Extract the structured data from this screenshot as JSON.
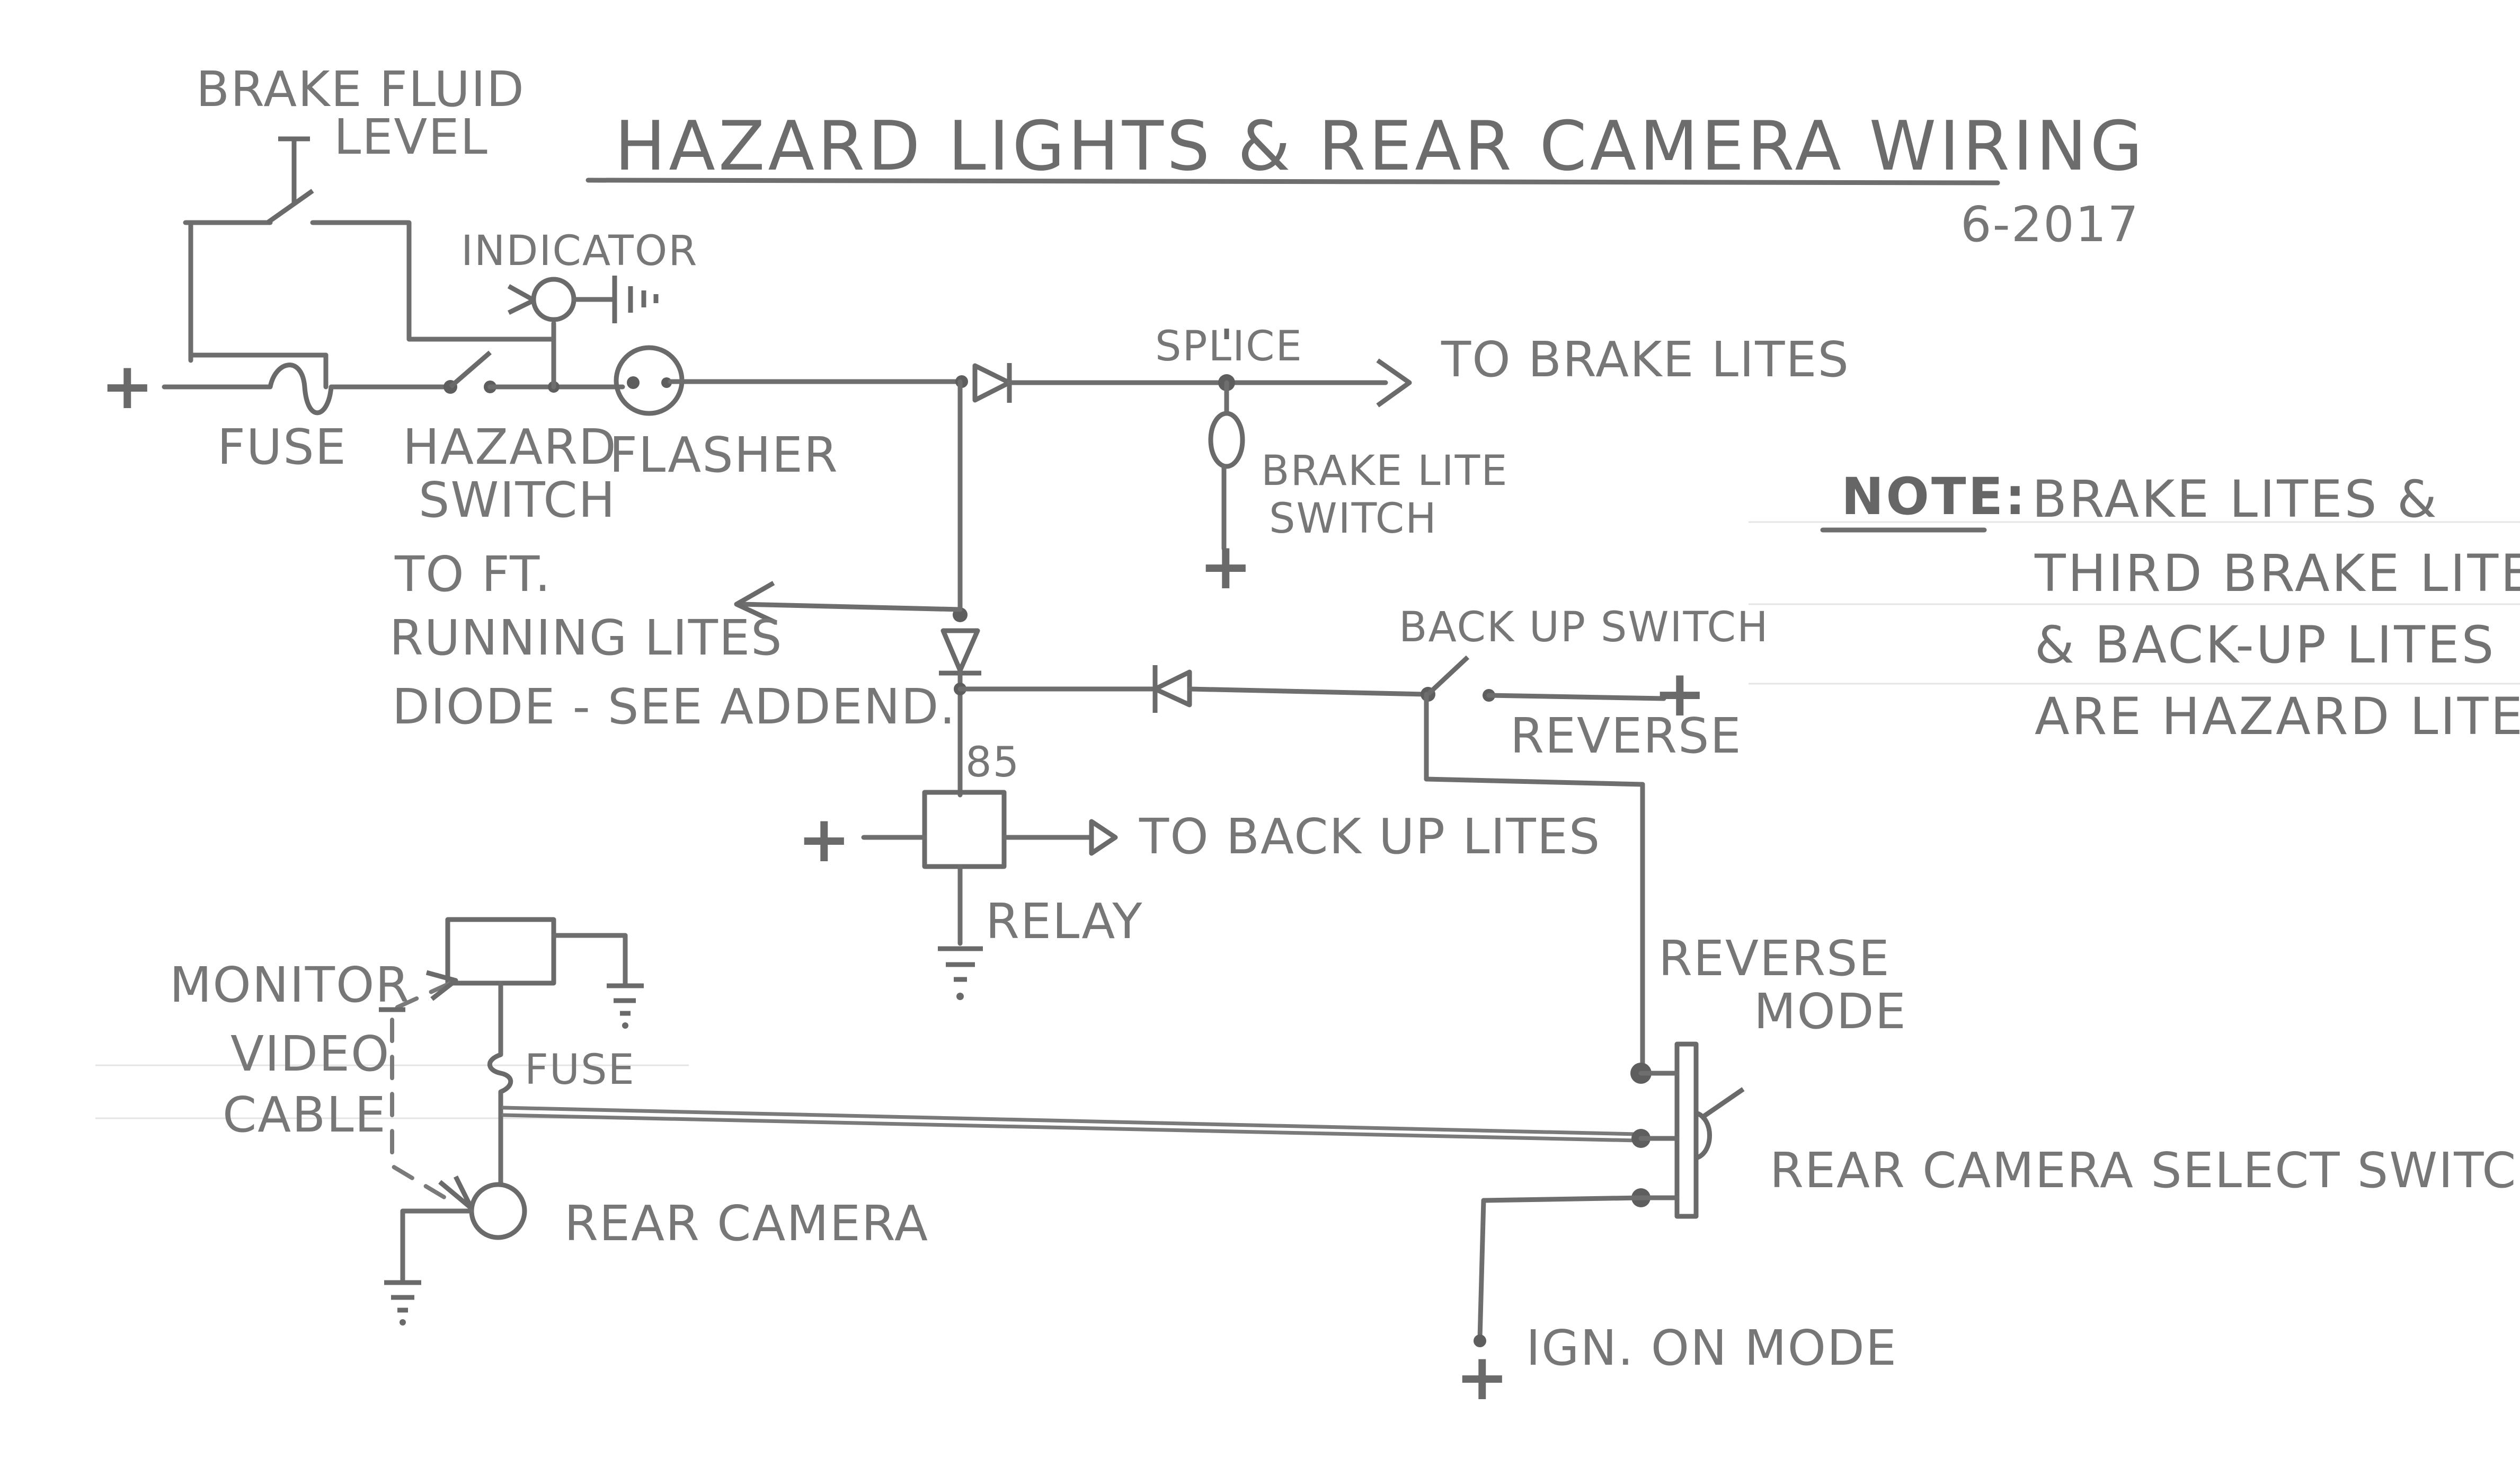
{
  "title": "HAZARD LIGHTS & REAR CAMERA WIRING",
  "date": "6-2017",
  "labels": {
    "brake_fluid_1": "BRAKE FLUID",
    "brake_fluid_2": "LEVEL",
    "indicator": "INDICATOR",
    "fuse": "FUSE",
    "hazard_switch_1": "HAZARD",
    "hazard_switch_2": "SWITCH",
    "flasher": "FLASHER",
    "splice": "SPLICE",
    "to_brake_lites": "TO BRAKE LITES",
    "brake_lite_switch_1": "BRAKE LITE",
    "brake_lite_switch_2": "SWITCH",
    "to_ft_1": "TO FT.",
    "to_ft_2": "RUNNING LITES",
    "diode_note": "DIODE - SEE ADDEND.",
    "backup_switch": "BACK UP SWITCH",
    "reverse": "REVERSE",
    "relay_pin": "85",
    "to_back_up_lites": "TO BACK UP LITES",
    "relay": "RELAY",
    "monitor": "MONITOR",
    "video_cable_1": "VIDEO",
    "video_cable_2": "CABLE",
    "camera_fuse": "FUSE",
    "rear_camera": "REAR CAMERA",
    "reverse_mode_1": "REVERSE",
    "reverse_mode_2": "MODE",
    "select_switch": "REAR CAMERA SELECT SWITCH",
    "ign_on_mode": "IGN. ON MODE",
    "plus": "+"
  },
  "note": {
    "heading": "NOTE:",
    "lines": [
      "BRAKE LITES &",
      "THIRD BRAKE LITE",
      "& BACK-UP LITES",
      "ARE HAZARD LITES"
    ]
  }
}
